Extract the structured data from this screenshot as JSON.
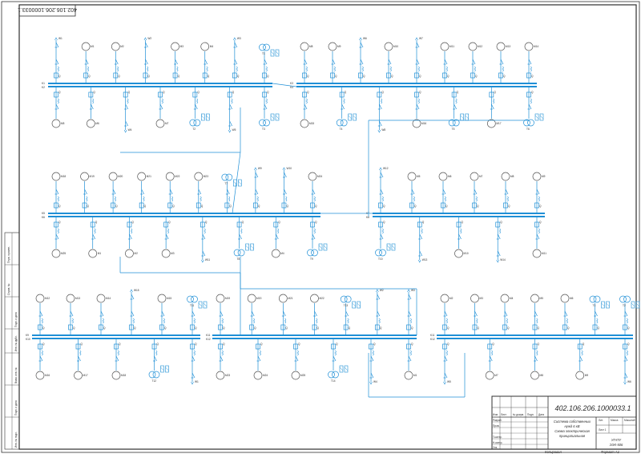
{
  "document": {
    "stamp_code": "402.106.206.1000033.1",
    "title_block": {
      "code": "402.106.206.1000033.1",
      "title_lines": [
        "Система собственных",
        "нужд 6 кВ",
        "Схема электрическая",
        "принципиальная"
      ],
      "org_lines": [
        "УГАТУ",
        "ЭЭК-506"
      ],
      "sheet_label": "Лист 1",
      "footer_left": "Копировал",
      "footer_right": "Формат А1",
      "column_headers": [
        "Изм.",
        "Лист",
        "№ докум.",
        "Подп.",
        "Дата"
      ],
      "role_rows": [
        "Разраб.",
        "Пров.",
        "Т.контр.",
        "Н.контр.",
        "Утв."
      ],
      "stage_headers": [
        "Лит.",
        "Масса",
        "Масштаб"
      ]
    },
    "side_strip_labels": [
      "Перв. примен.",
      "Справ. №",
      "Подп. и дата",
      "Инв. № дубл.",
      "Взам. инв. №",
      "Подп. и дата",
      "Инв. № подл."
    ]
  },
  "diagram": {
    "bus_sections": [
      "K1",
      "K2",
      "K3",
      "K4",
      "K5",
      "K6",
      "K7",
      "K8",
      "K9",
      "K10",
      "K11",
      "K12"
    ],
    "motor_labels": [
      "M1",
      "M2",
      "M3",
      "M4",
      "M5",
      "M6",
      "M7",
      "M8",
      "M9",
      "M10",
      "M11",
      "M12",
      "M13",
      "M14",
      "M15",
      "M16",
      "M17",
      "M18",
      "M19",
      "M20",
      "M21",
      "M22",
      "M23",
      "M24",
      "M25"
    ],
    "transformer_labels": [
      "T1",
      "T2",
      "T3",
      "T4",
      "T5",
      "T6",
      "T7",
      "T8",
      "T9",
      "T10",
      "T11",
      "T12",
      "T13",
      "T14"
    ],
    "feeder_labels": [
      "W1",
      "W2",
      "W3",
      "W4",
      "W5",
      "W6",
      "W7",
      "W8",
      "W9",
      "W10",
      "W11",
      "W12",
      "W13",
      "W14",
      "W15"
    ]
  },
  "colors": {
    "line": "#1f8fd6",
    "frame": "#303030",
    "background": "#ffffff"
  }
}
